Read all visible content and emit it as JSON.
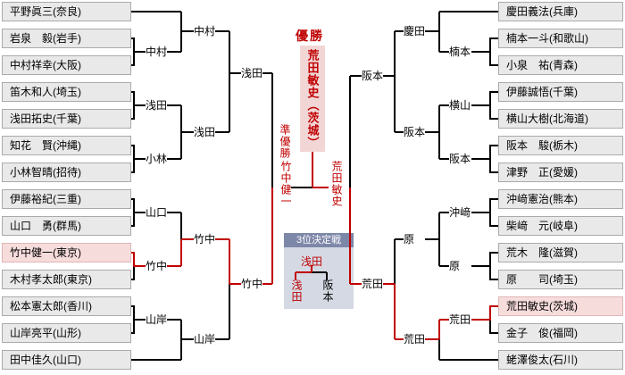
{
  "bracket": {
    "champion_title": "優勝",
    "champion_name": "荒田敏史（茨城）",
    "runner_up_title": "準優勝",
    "runner_up_name": "竹中健一",
    "final_right_name": "荒田敏史",
    "left_players": [
      "平野眞三(奈良)",
      "岩泉　毅(岩手)",
      "中村祥幸(大阪)",
      "笛木和人(埼玉)",
      "浅田拓史(千葉)",
      "知花　賢(沖縄)",
      "小林智晴(招待)",
      "伊藤裕紀(三重)",
      "山口　勇(群馬)",
      "竹中健一(東京)",
      "木村孝太郎(東京)",
      "松本憲太郎(香川)",
      "山岸亮平(山形)",
      "田中佳久(山口)"
    ],
    "right_players": [
      "慶田義法(兵庫)",
      "楠本一斗(和歌山)",
      "小泉　祐(青森)",
      "伊藤誠悟(千葉)",
      "横山大樹(北海道)",
      "阪本　駿(栃木)",
      "津野　正(愛媛)",
      "沖﨑憲治(熊本)",
      "柴﨑　元(岐阜)",
      "荒木　隆(滋賀)",
      "原　　司(埼玉)",
      "荒田敏史(茨城)",
      "金子　俊(福岡)",
      "蛯澤俊太(石川)"
    ],
    "left_r1": [
      "中村",
      "浅田",
      "小林",
      "山口",
      "竹中",
      "山岸"
    ],
    "left_r2": [
      "中村",
      "浅田",
      "竹中",
      "山岸"
    ],
    "left_r3": [
      "浅田",
      "竹中"
    ],
    "right_r1": [
      "楠本",
      "横山",
      "阪本",
      "沖﨑",
      "原",
      "荒田"
    ],
    "right_r2": [
      "慶田",
      "阪本",
      "原",
      "荒田"
    ],
    "right_r3": [
      "阪本",
      "荒田"
    ],
    "third_place": {
      "title": "3位決定戦",
      "winner": "浅田",
      "left_player": "浅田",
      "right_player": "阪本"
    },
    "highlighted_players": [
      "竹中健一(東京)",
      "荒田敏史(茨城)"
    ],
    "colors": {
      "win_path": "#c00000",
      "line": "#000000",
      "player_box_bg": "#e9e9e9",
      "highlight_box_bg": "#f7dcdc",
      "champion_box_bg": "#f2d6d6",
      "third_header_bg": "#7d87a8",
      "third_body_bg": "#d4d9e4"
    }
  }
}
